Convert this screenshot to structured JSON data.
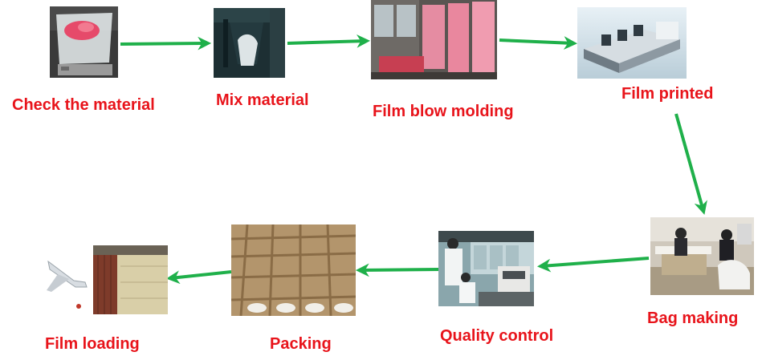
{
  "steps": [
    {
      "label": "Check the material",
      "photo": "scale-with-pink-material-photo"
    },
    {
      "label": "Mix material",
      "photo": "mixing-machine-photo"
    },
    {
      "label": "Film blow molding",
      "photo": "film-blowing-machine-photo"
    },
    {
      "label": "Film printed",
      "photo": "printing-press-photo"
    },
    {
      "label": "Bag making",
      "photo": "bag-making-workshop-photo"
    },
    {
      "label": "Quality control",
      "photo": "quality-control-lab-photo"
    },
    {
      "label": "Packing",
      "photo": "cardboard-packing-boxes-photo"
    },
    {
      "label": "Film loading",
      "photo": "airplane-and-shipping-container-photo"
    }
  ],
  "colors": {
    "label": "#e8141b",
    "arrow": "#1fb04a"
  }
}
